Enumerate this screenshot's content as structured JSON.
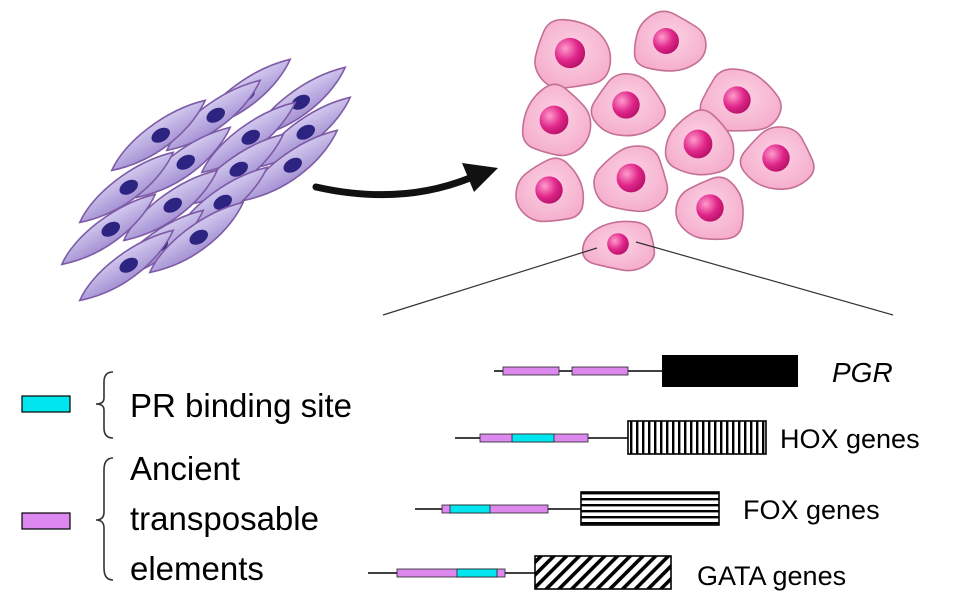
{
  "legend": {
    "pr_binding_site": {
      "label": "PR binding site",
      "color": "#00e5ee"
    },
    "transposable_elements": {
      "lines": [
        "Ancient",
        "transposable",
        "elements"
      ],
      "color": "#dd88ee"
    }
  },
  "genes": [
    {
      "label": "PGR",
      "italic": true,
      "pattern": "solid"
    },
    {
      "label": "HOX genes",
      "italic": false,
      "pattern": "vertical-stripes"
    },
    {
      "label": "FOX genes",
      "italic": false,
      "pattern": "horizontal-stripes"
    },
    {
      "label": "GATA genes",
      "italic": false,
      "pattern": "diagonal-stripes"
    }
  ],
  "colors": {
    "fibroblast_fill": "#b7a7de",
    "fibroblast_stroke": "#7d5ba6",
    "fibroblast_nucleus": "#2c2480",
    "decidual_fill": "#f7b6d2",
    "decidual_stroke": "#c46f95",
    "decidual_nucleus": "#d4197a",
    "arrow": "#111111"
  }
}
